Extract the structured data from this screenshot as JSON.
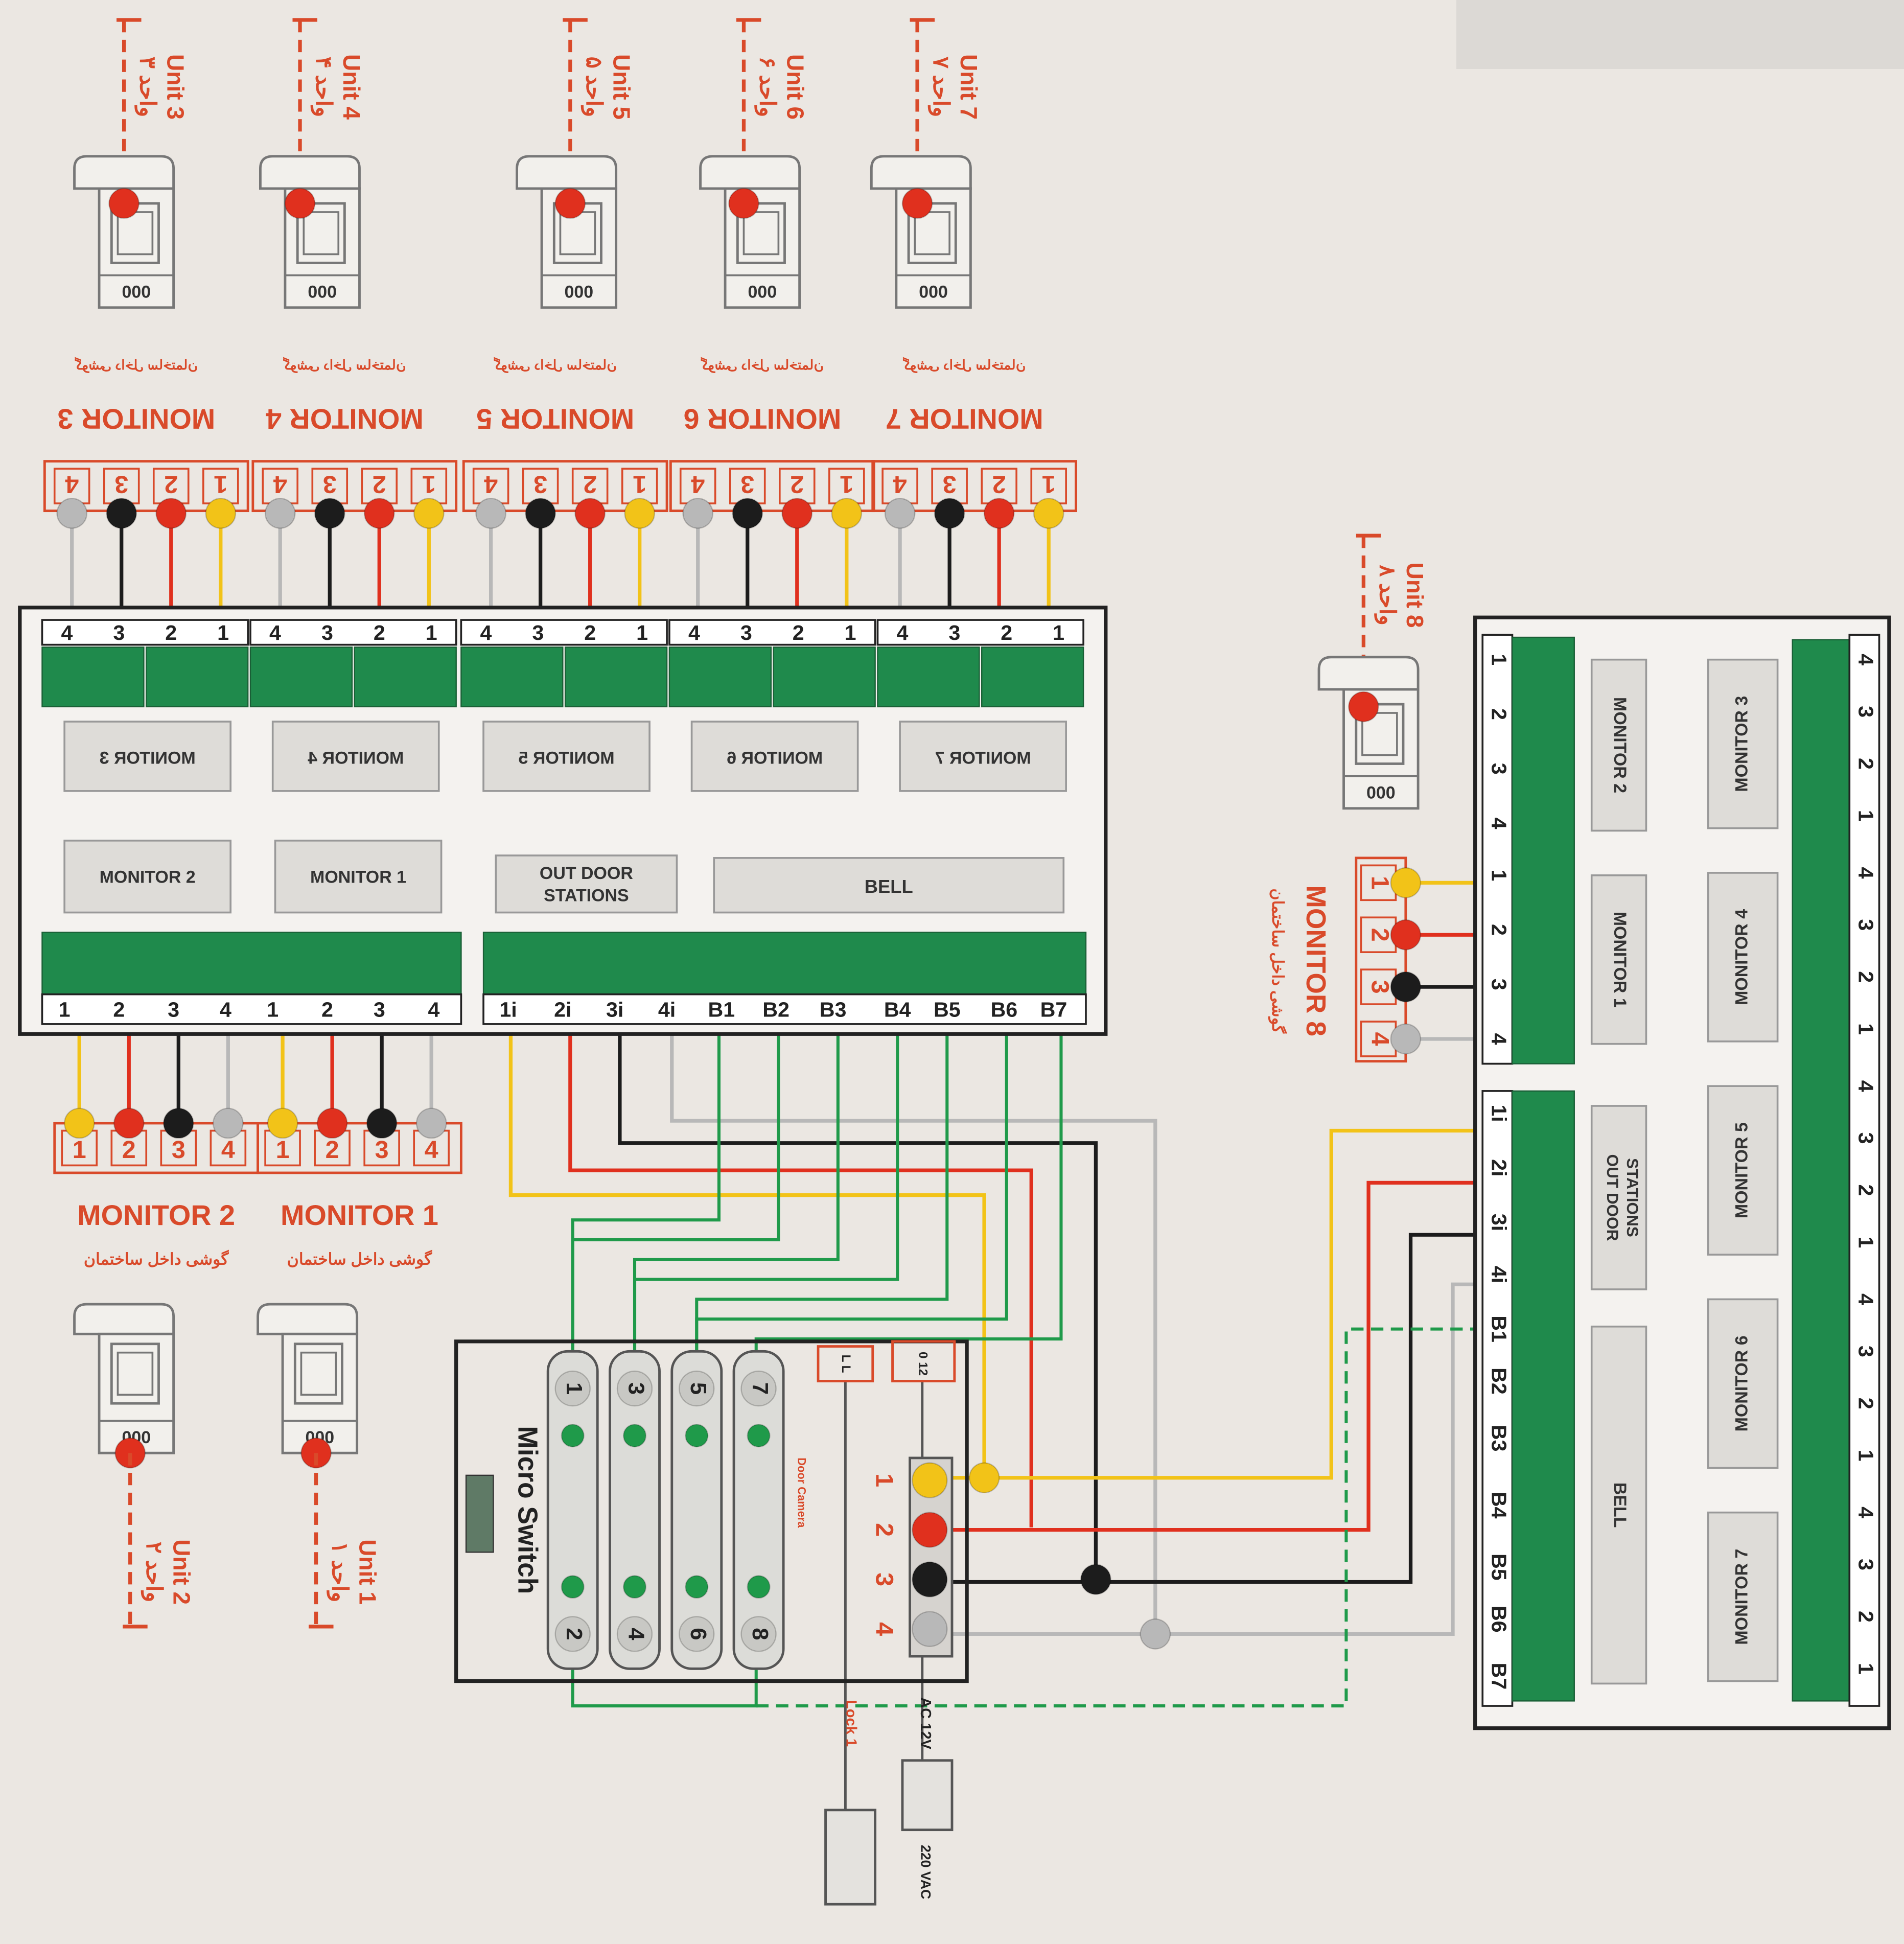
{
  "colors": {
    "background": "#ebe7e2",
    "board_fill": "#f4f2ef",
    "terminal_green": "#1f8a4c",
    "label_red": "#d94a2a",
    "wire_yellow": "#f2c318",
    "wire_red": "#e0301e",
    "wire_black": "#1c1c1c",
    "wire_gray": "#b8b8b8",
    "wire_green": "#1f9a4a"
  },
  "units_top": [
    {
      "unit": "Unit 3",
      "fa": "واحد ۳"
    },
    {
      "unit": "Unit 4",
      "fa": "واحد ۴"
    },
    {
      "unit": "Unit 5",
      "fa": "واحد ۵"
    },
    {
      "unit": "Unit 6",
      "fa": "واحد ۶"
    },
    {
      "unit": "Unit 7",
      "fa": "واحد ۷"
    }
  ],
  "monitors_top": [
    {
      "label": "MONITOR 3",
      "fa": "گوشی داخل ساختمان"
    },
    {
      "label": "MONITOR 4",
      "fa": "گوشی داخل ساختمان"
    },
    {
      "label": "MONITOR 5",
      "fa": "گوشی داخل ساختمان"
    },
    {
      "label": "MONITOR 6",
      "fa": "گوشی داخل ساختمان"
    },
    {
      "label": "MONITOR 7",
      "fa": "گوشی داخل ساختمان"
    }
  ],
  "connector_pins_top": [
    "4",
    "3",
    "2",
    "1"
  ],
  "main_board": {
    "top_terminals": [
      "4",
      "3",
      "2",
      "1"
    ],
    "labels_top_row": [
      "MONITOR 3",
      "MONITOR 4",
      "MONITOR 5",
      "MONITOR 6",
      "MONITOR 7"
    ],
    "label_monitor2": "MONITOR 2",
    "label_monitor1": "MONITOR 1",
    "label_outdoor": "OUT DOOR STATIONS",
    "label_bell": "BELL",
    "bottom_terminals": [
      "1",
      "2",
      "3",
      "4",
      "1",
      "2",
      "3",
      "4",
      "1i",
      "2i",
      "3i",
      "4i",
      "B1",
      "B2",
      "B3",
      "B4",
      "B5",
      "B6",
      "B7"
    ]
  },
  "monitors_bottom": [
    {
      "label": "MONITOR 2",
      "fa": "گوشی داخل ساختمان",
      "unit": "Unit 2",
      "unit_fa": "واحد ۲"
    },
    {
      "label": "MONITOR 1",
      "fa": "گوشی داخل ساختمان",
      "unit": "Unit 1",
      "unit_fa": "واحد ۱"
    }
  ],
  "connector_pins_bottom": [
    "1",
    "2",
    "3",
    "4"
  ],
  "monitor8": {
    "label": "MONITOR 8",
    "fa": "گوشی داخل ساختمان",
    "unit": "Unit 8",
    "unit_fa": "واحد ۸",
    "pins": [
      "1",
      "2",
      "3",
      "4"
    ]
  },
  "door_station": {
    "micro_switch": "Micro Switch",
    "door_camera": "Door Camera",
    "buttons": [
      "1",
      "2",
      "3",
      "4",
      "5",
      "6",
      "7",
      "8"
    ],
    "terminal_numbers": [
      "1",
      "2",
      "3",
      "4"
    ],
    "lock_pins": "L L",
    "power_pins": "0 12",
    "lock_label": "Lock 1",
    "ac_label": "AC 12V",
    "vac_label": "220 VAC"
  },
  "right_board": {
    "monitor_labels_left": [
      "MONITOR 2",
      "MONITOR 1",
      "OUT DOOR STATIONS",
      "BELL"
    ],
    "monitor_labels_right": [
      "MONITOR 3",
      "MONITOR 4",
      "MONITOR 5",
      "MONITOR 6",
      "MONITOR 7"
    ],
    "left_terminals": [
      "1",
      "2",
      "3",
      "4",
      "1",
      "2",
      "3",
      "4",
      "1i",
      "2i",
      "3i",
      "4i",
      "B1",
      "B2",
      "B3",
      "B4",
      "B5",
      "B6",
      "B7"
    ],
    "right_terminals": [
      "4",
      "3",
      "2",
      "1"
    ]
  }
}
